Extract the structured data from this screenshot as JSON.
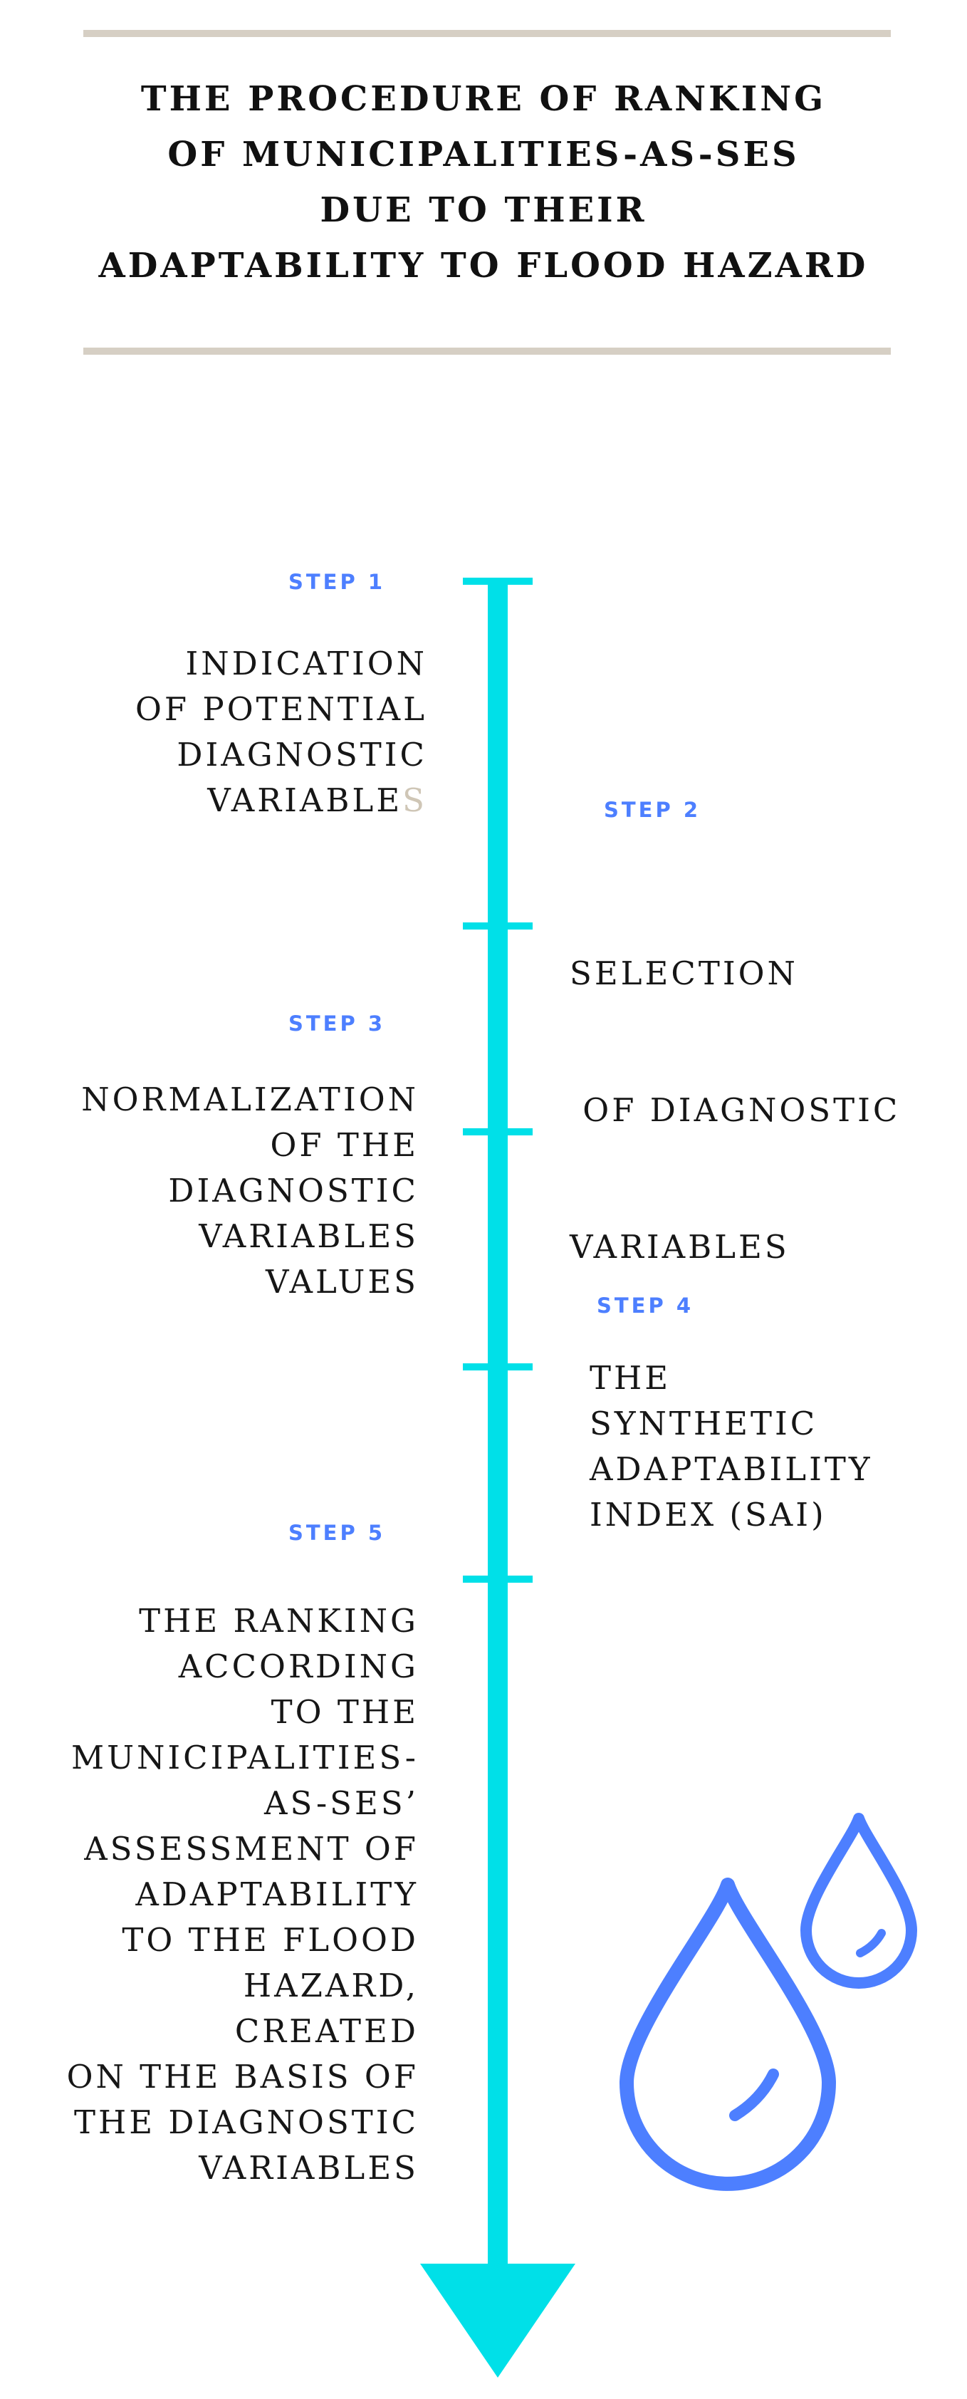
{
  "title": {
    "lines": [
      "THE PROCEDURE OF RANKING",
      "OF MUNICIPALITIES-AS-SES",
      "DUE TO THEIR",
      "ADAPTABILITY TO FLOOD HAZARD"
    ]
  },
  "steps": [
    {
      "label": "STEP 1",
      "lines": [
        "INDICATION",
        "OF POTENTIAL",
        "DIAGNOSTIC",
        "VARIABLE"
      ],
      "last_letter": "S"
    },
    {
      "label": "STEP 2",
      "lines": [
        "SELECTION",
        " OF DIAGNOSTIC",
        "VARIABLES"
      ]
    },
    {
      "label": "STEP 3",
      "lines": [
        "NORMALIZATION",
        "OF THE",
        "DIAGNOSTIC",
        "VARIABLES",
        "VALUES"
      ]
    },
    {
      "label": "STEP 4",
      "lines": [
        "THE",
        "SYNTHETIC",
        "ADAPTABILITY",
        "INDEX (SAI)"
      ]
    },
    {
      "label": "STEP 5",
      "lines": [
        "THE RANKING",
        "ACCORDING",
        "TO THE",
        "MUNICIPALITIES-",
        "AS-SES’",
        "ASSESSMENT OF",
        "ADAPTABILITY",
        "TO THE FLOOD",
        "HAZARD,",
        "CREATED",
        "ON THE BASIS OF",
        "THE DIAGNOSTIC",
        "VARIABLES"
      ]
    }
  ],
  "colors": {
    "timeline": "#00e0e8",
    "step_label": "#4d7fff",
    "drops": "#4d7fff",
    "rules": "#d6cfc4"
  },
  "icons": [
    "water-drops-icon"
  ]
}
